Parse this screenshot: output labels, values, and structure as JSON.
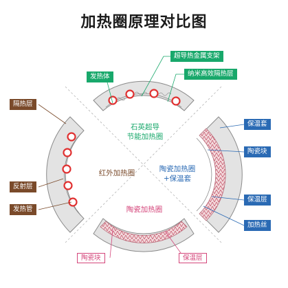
{
  "title": "加热圈原理对比图",
  "sections": {
    "top": {
      "name_line1": "石英超导",
      "name_line2": "节能加热圈",
      "color": "#18a86b"
    },
    "left": {
      "name": "红外加热圈",
      "color": "#7a4a2a"
    },
    "right": {
      "name_line1": "陶瓷加热圈",
      "name_line2": "+保温套",
      "color": "#2a6ab4"
    },
    "bottom": {
      "name": "陶瓷加热圈",
      "color": "#d4457a"
    }
  },
  "labels": {
    "superconduct_bracket": "超导热金属支架",
    "nano_insulation": "纳米高效隔热层",
    "heating_body": "发热体",
    "insulation_layer_left": "隔热层",
    "reflect_layer": "反射层",
    "heating_tube": "发热管",
    "insulation_cover": "保温套",
    "ceramic_block_right": "陶瓷块",
    "insulation_layer_right": "保温层",
    "heating_wire": "加热丝",
    "ceramic_block_bottom": "陶瓷块",
    "insulation_layer_bottom": "保温层"
  },
  "colors": {
    "green": "#18a86b",
    "brown": "#7a4a2a",
    "blue": "#2a6ab4",
    "pink": "#d4457a",
    "heater_red": "#e03030",
    "segment_gray": "#e3e3e3",
    "outline_gray": "#8a8a8a"
  }
}
